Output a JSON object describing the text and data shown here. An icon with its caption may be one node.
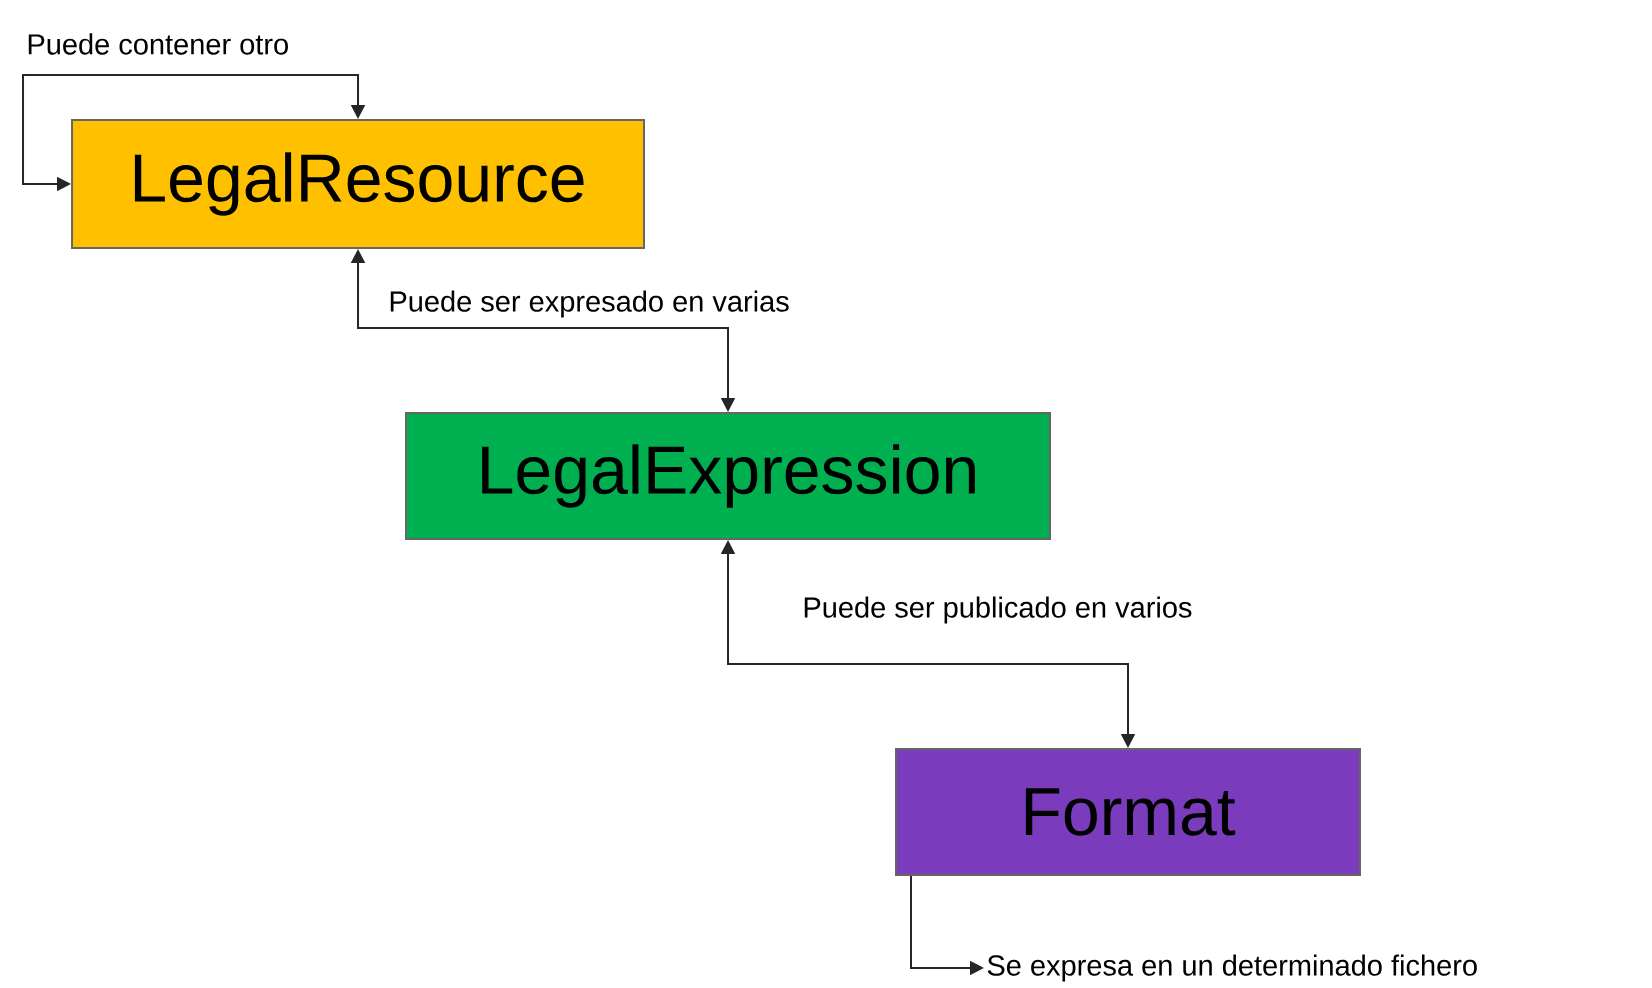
{
  "diagram": {
    "nodes": [
      {
        "text": [
          "LegalResource"
        ]
      },
      {
        "text": [
          "LegalExpression"
        ]
      },
      {
        "text": [
          "Format"
        ]
      },
      {
        "text": [
          "Se expresa en un determinado fichero"
        ]
      }
    ],
    "edges": [
      {
        "from": 0,
        "to": 0,
        "arrow": "both",
        "label": "Puede contener otro"
      },
      {
        "from": 0,
        "to": 1,
        "arrow": "both",
        "label": "Puede ser expresado en varias"
      },
      {
        "from": 1,
        "to": 2,
        "arrow": "both",
        "label": "Puede ser publicado en varios"
      },
      {
        "from": 2,
        "to": 3,
        "arrow": "to"
      }
    ]
  }
}
